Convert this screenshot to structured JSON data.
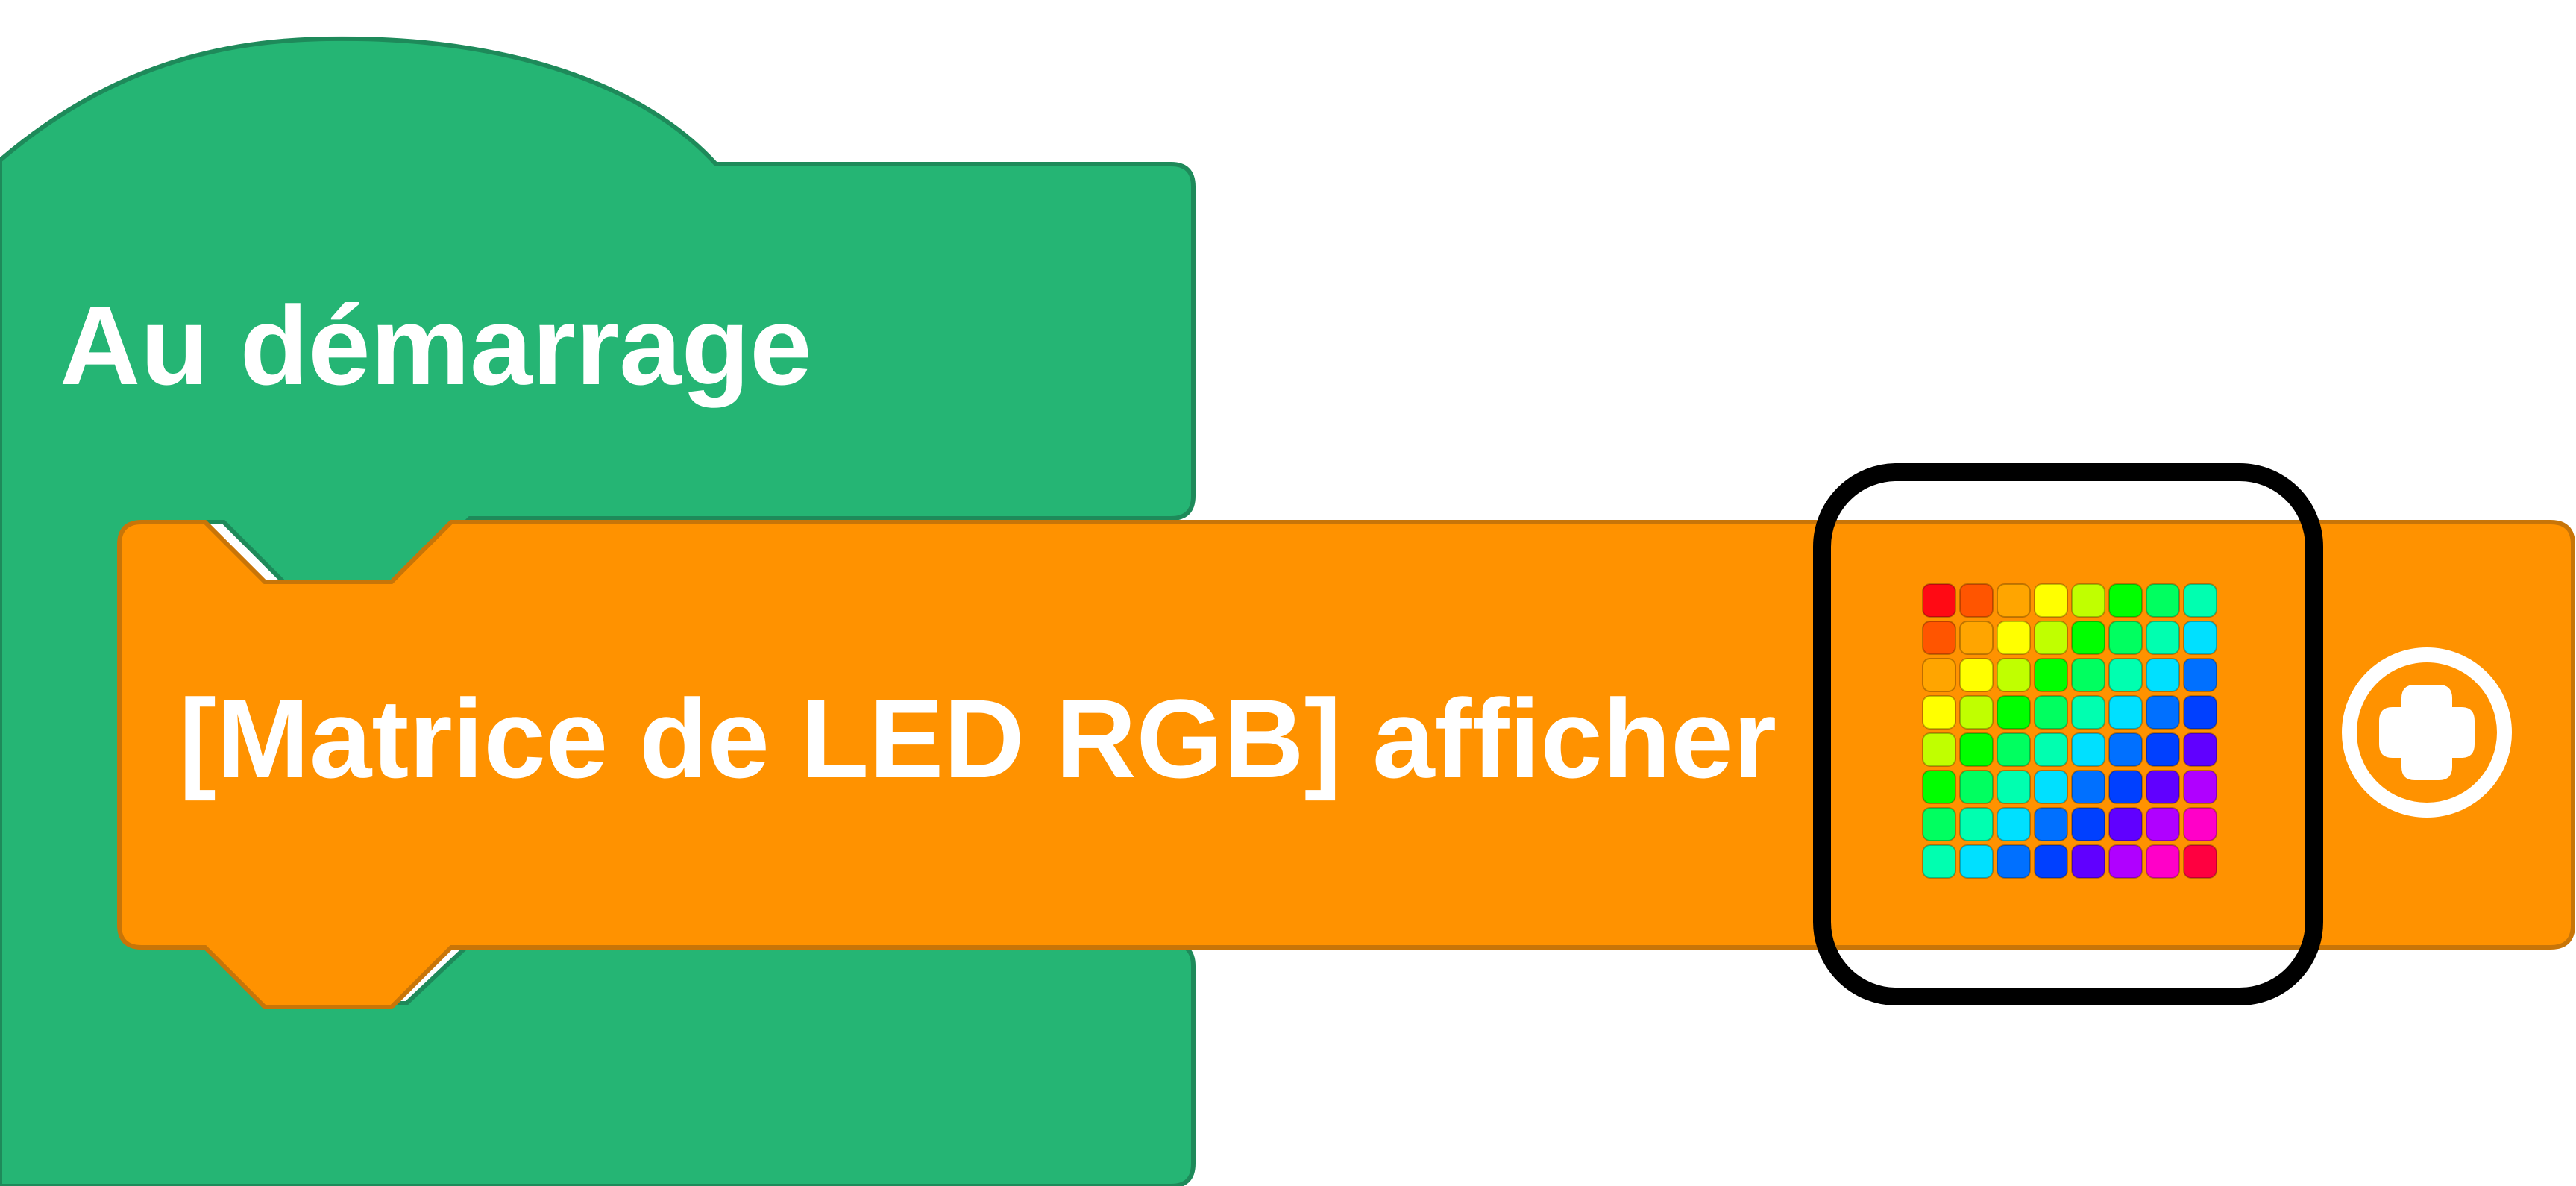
{
  "hat_block": {
    "label": "Au démarrage",
    "color": "#25B574",
    "border_color": "#1E8A5A"
  },
  "command_block": {
    "label": "[Matrice de LED RGB] afficher",
    "color": "#FF9200",
    "border_color": "#C87508"
  },
  "add_button": {
    "icon": "plus-circle-icon",
    "color": "#ffffff"
  },
  "highlight": {
    "color": "#000000"
  },
  "led_matrix": {
    "rows": 8,
    "cols": 8,
    "colors": [
      [
        "#FF0A14",
        "#FF5500",
        "#FFA500",
        "#FFFF00",
        "#C0FF00",
        "#00FF00",
        "#00FF60",
        "#00FFB0"
      ],
      [
        "#FF5500",
        "#FFA500",
        "#FFFF00",
        "#C0FF00",
        "#00FF00",
        "#00FF60",
        "#00FFB0",
        "#00E0FF"
      ],
      [
        "#FFA500",
        "#FFFF00",
        "#C0FF00",
        "#00FF00",
        "#00FF60",
        "#00FFB0",
        "#00E0FF",
        "#0070FF"
      ],
      [
        "#FFFF00",
        "#C0FF00",
        "#00FF00",
        "#00FF60",
        "#00FFB0",
        "#00E0FF",
        "#0070FF",
        "#0040FF"
      ],
      [
        "#C0FF00",
        "#00FF00",
        "#00FF60",
        "#00FFB0",
        "#00E0FF",
        "#0070FF",
        "#0040FF",
        "#6000FF"
      ],
      [
        "#00FF00",
        "#00FF60",
        "#00FFB0",
        "#00E0FF",
        "#0070FF",
        "#0040FF",
        "#6000FF",
        "#B000FF"
      ],
      [
        "#00FF60",
        "#00FFB0",
        "#00E0FF",
        "#0070FF",
        "#0040FF",
        "#6000FF",
        "#B000FF",
        "#FF00C8"
      ],
      [
        "#00FFB0",
        "#00E0FF",
        "#0070FF",
        "#0040FF",
        "#6000FF",
        "#B000FF",
        "#FF00C8",
        "#FF0040"
      ]
    ]
  }
}
